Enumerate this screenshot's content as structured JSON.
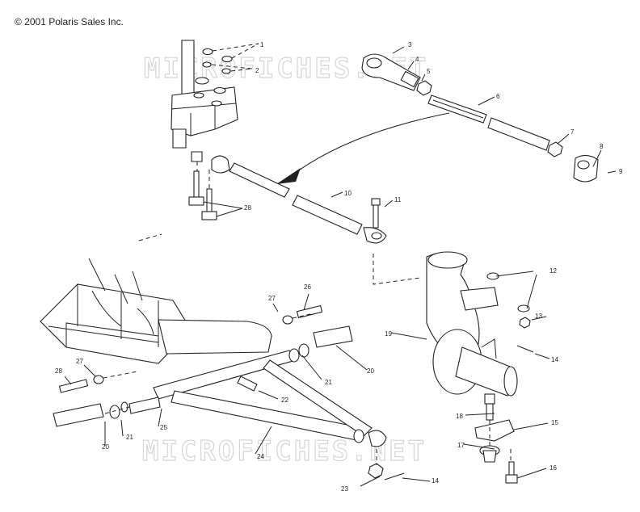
{
  "copyright": "© 2001 Polaris Sales Inc.",
  "watermark": "MICROFICHES.NET",
  "callouts": [
    {
      "id": "c1",
      "text": "1"
    },
    {
      "id": "c2",
      "text": "2"
    },
    {
      "id": "c3",
      "text": "3"
    },
    {
      "id": "c4",
      "text": "4"
    },
    {
      "id": "c5",
      "text": "5"
    },
    {
      "id": "c6",
      "text": "6"
    },
    {
      "id": "c7",
      "text": "7"
    },
    {
      "id": "c8",
      "text": "8"
    },
    {
      "id": "c9",
      "text": "9"
    },
    {
      "id": "c10",
      "text": "10"
    },
    {
      "id": "c11",
      "text": "11"
    },
    {
      "id": "c12",
      "text": "12"
    },
    {
      "id": "c13",
      "text": "13"
    },
    {
      "id": "c14a",
      "text": "14"
    },
    {
      "id": "c15",
      "text": "15"
    },
    {
      "id": "c16a",
      "text": "16"
    },
    {
      "id": "c17",
      "text": "17"
    },
    {
      "id": "c18a",
      "text": "18"
    },
    {
      "id": "c19",
      "text": "19"
    },
    {
      "id": "c20a",
      "text": "20"
    },
    {
      "id": "c21a",
      "text": "21"
    },
    {
      "id": "c22",
      "text": "22"
    },
    {
      "id": "c23",
      "text": "23"
    },
    {
      "id": "c24",
      "text": "24"
    },
    {
      "id": "c25",
      "text": "25"
    },
    {
      "id": "c26",
      "text": "26"
    },
    {
      "id": "c27a",
      "text": "27"
    },
    {
      "id": "c28a",
      "text": "28"
    },
    {
      "id": "c28b",
      "text": "28"
    },
    {
      "id": "c27b",
      "text": "27"
    },
    {
      "id": "c20b",
      "text": "20"
    },
    {
      "id": "c21b",
      "text": "21"
    },
    {
      "id": "c18b",
      "text": "18"
    },
    {
      "id": "c16b",
      "text": "16"
    },
    {
      "id": "c14b",
      "text": "14"
    }
  ]
}
